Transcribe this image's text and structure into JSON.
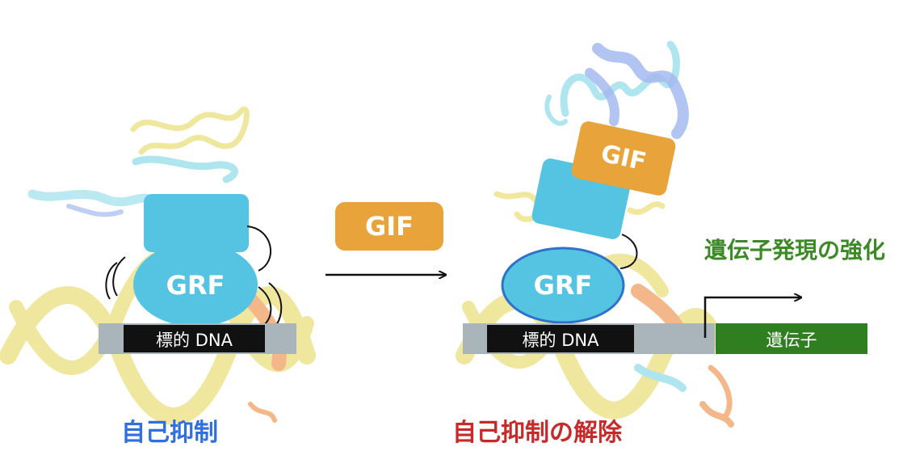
{
  "left_panel": {
    "grf_label": "GRF",
    "target_dna_label": "標的 DNA",
    "caption": "自己抑制"
  },
  "gif_free_label": "GIF",
  "right_panel": {
    "grf_label": "GRF",
    "gif_label": "GIF",
    "target_dna_label": "標的 DNA",
    "gene_label": "遺伝子",
    "expression_label": "遺伝子発現の強化",
    "caption": "自己抑制の解除"
  },
  "colors": {
    "grf_fill": "#55c3e2",
    "gif_fill": "#e8a33a",
    "dna_bar": "#aab4bb",
    "target_box": "#111111",
    "gene_box": "#2f7e1f",
    "caption_left": "#2f6fe0",
    "caption_right": "#c62a2a",
    "expression_text": "#3c8a25",
    "helix_yellow": "#efe594",
    "helix_cyan": "#a7e3ee",
    "helix_blue": "#9bb2ec",
    "helix_orange": "#f2b07d"
  }
}
